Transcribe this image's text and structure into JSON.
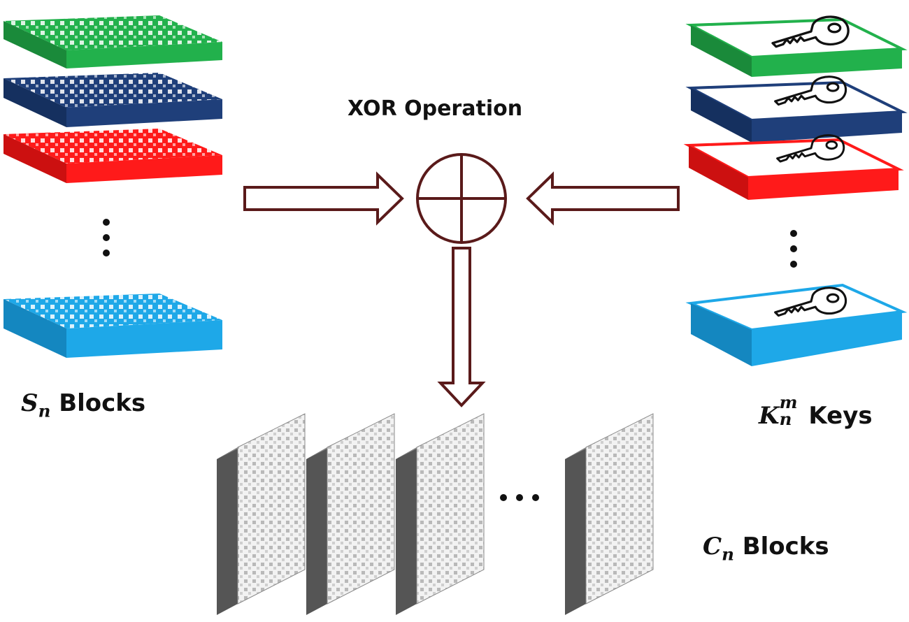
{
  "labels": {
    "xor_title": "XOR Operation",
    "s_symbol": "S",
    "s_sub": "n",
    "s_word": "Blocks",
    "k_symbol": "K",
    "k_sup": "m",
    "k_sub": "n",
    "k_word": "Keys",
    "c_symbol": "C",
    "c_sub": "n",
    "c_word": "Blocks"
  },
  "colors": {
    "green": "#22b14c",
    "navy": "#1f3f7a",
    "red": "#ff1a1a",
    "light_blue": "#1ea8e8",
    "arrow": "#5a1a1a",
    "grey_block": "#6e6e6e"
  },
  "icons": {
    "key": "key-icon",
    "xor": "xor-circle-plus-icon"
  }
}
